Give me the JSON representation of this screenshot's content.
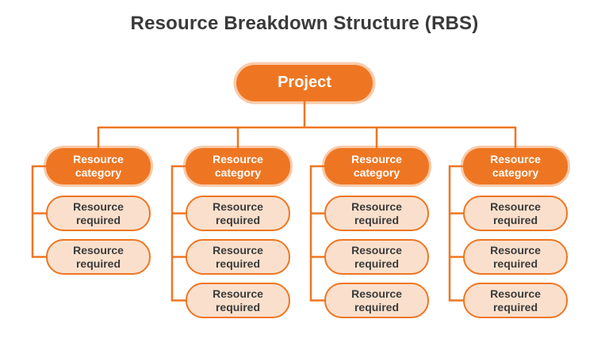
{
  "title": "Resource Breakdown Structure (RBS)",
  "root": {
    "label": "Project"
  },
  "columns": [
    {
      "category": "Resource category",
      "children": [
        "Resource required",
        "Resource required"
      ]
    },
    {
      "category": "Resource category",
      "children": [
        "Resource required",
        "Resource required",
        "Resource required"
      ]
    },
    {
      "category": "Resource category",
      "children": [
        "Resource required",
        "Resource required",
        "Resource required"
      ]
    },
    {
      "category": "Resource category",
      "children": [
        "Resource required",
        "Resource required",
        "Resource required"
      ]
    }
  ],
  "colors": {
    "accent_orange": "#ee7623",
    "node_ring_orange": "#f5ad79",
    "child_fill_peach": "#fae0cc",
    "text_dark": "#3b3b3b",
    "root_text": "#ffffff",
    "background": "#ffffff"
  }
}
